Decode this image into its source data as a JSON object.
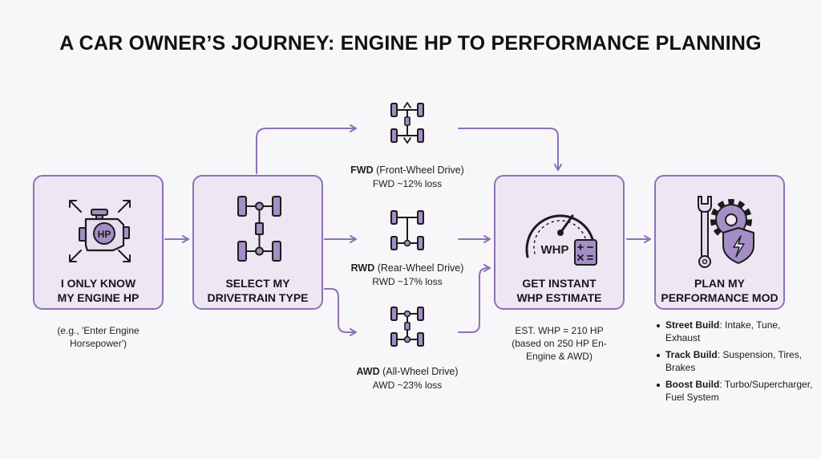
{
  "title": "A CAR OWNER’S JOURNEY: ENGINE HP TO PERFORMANCE PLANNING",
  "colors": {
    "accent": "#8d72b4",
    "card_fill": "#ece7f3",
    "icon_fill": "#a58dc6",
    "icon_stroke": "#1c1c1c",
    "arrow": "#8d72b4"
  },
  "steps": [
    {
      "label": "I ONLY KNOW\nMY ENGINE HP",
      "icon": "engine-hp-icon",
      "icon_text": "HP",
      "note": "(e.g., 'Enter Engine\nHorsepower')"
    },
    {
      "label": "SELECT MY\nDRIVETRAIN TYPE",
      "icon": "drivetrain-chassis-icon"
    },
    {
      "label": "GET INSTANT\nWHP ESTIMATE",
      "icon": "gauge-calculator-icon",
      "icon_text": "WHP",
      "note": "EST. WHP = 210 HP\n(based on 250 HP En-\nEngine & AWD)"
    },
    {
      "label": "PLAN MY\nPERFORMANCE MOD",
      "icon": "wrench-gear-shield-icon"
    }
  ],
  "drivetrains": [
    {
      "abbr": "FWD",
      "name": " (Front-Wheel Drive)",
      "loss": "FWD ~12% loss",
      "icon": "fwd-chassis-icon"
    },
    {
      "abbr": "RWD",
      "name": " (Rear-Wheel Drive)",
      "loss": "RWD ~17% loss",
      "icon": "rwd-chassis-icon"
    },
    {
      "abbr": "AWD",
      "name": " (All-Wheel Drive)",
      "loss": "AWD ~23% loss",
      "icon": "awd-chassis-icon"
    }
  ],
  "builds": [
    {
      "name": "Street Build",
      "detail": ": Intake, Tune, Exhaust"
    },
    {
      "name": "Track Build",
      "detail": ": Suspension, Tires, Brakes"
    },
    {
      "name": "Boost Build",
      "detail": ": Turbo/Supercharger, Fuel System"
    }
  ]
}
